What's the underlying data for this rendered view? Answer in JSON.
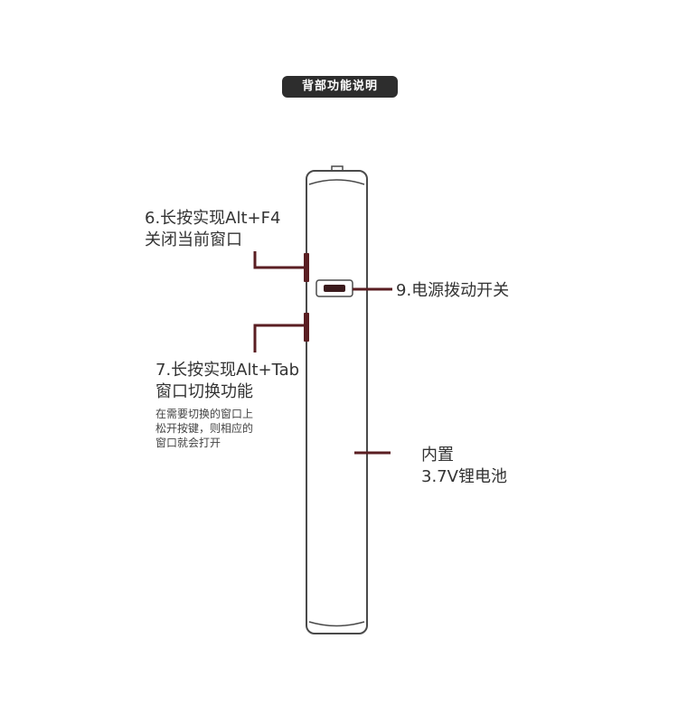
{
  "header": {
    "title": "背部功能说明"
  },
  "annotations": {
    "close_window": {
      "line1": "6.长按实现Alt+F4",
      "line2": "关闭当前窗口"
    },
    "switch_window": {
      "line1": "7.长按实现Alt+Tab",
      "line2": "窗口切换功能",
      "note1": "在需要切换的窗口上",
      "note2": "松开按键，则相应的",
      "note3": "窗口就会打开"
    },
    "power_switch": {
      "label": "9.电源拨动开关"
    },
    "battery": {
      "line1": "内置",
      "line2": "3.7V锂电池"
    }
  },
  "colors": {
    "device_outline": "#4a4a4a",
    "accent_line": "#5a1e22",
    "badge_bg": "#2d2d2d"
  }
}
